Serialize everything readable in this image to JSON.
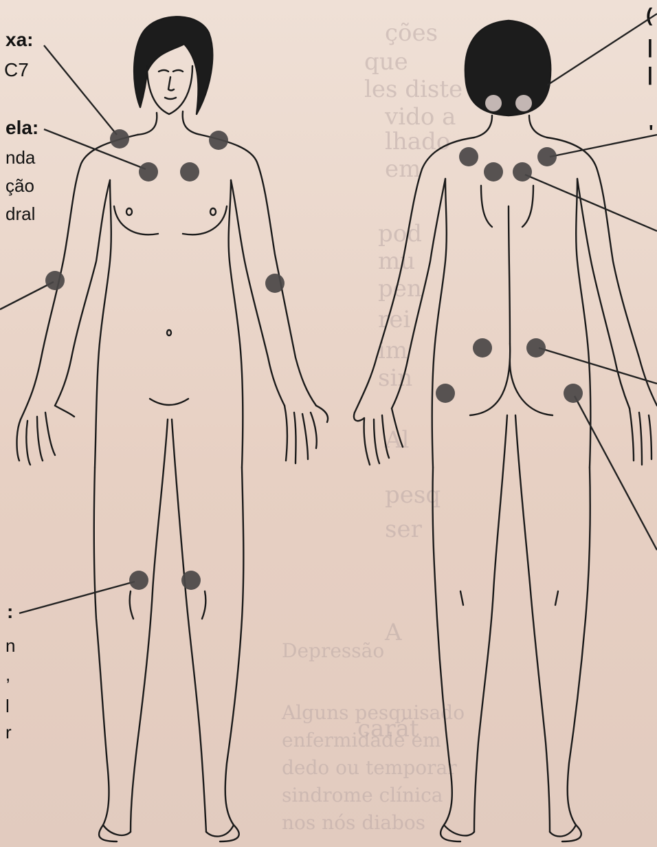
{
  "labels": {
    "low_cervical_title": "xa:",
    "low_cervical_line": "C7",
    "second_rib_title": "ela:",
    "second_rib_line1": "nda",
    "second_rib_line2": "ção",
    "second_rib_line3": "dral",
    "knee_title": ":",
    "knee_line1": "n",
    "knee_line2": ",",
    "knee_line3": "l",
    "knee_line4": "r",
    "back_occiput_glyph": "(",
    "back_trapezius_glyph": "|",
    "back_supraspinatus_glyph": "'"
  },
  "background_text": [
    "ções",
    "que",
    "les diste",
    "vido a",
    "lhado",
    "em",
    "pod",
    "mu",
    "pen",
    "rei",
    "im",
    "sin",
    "Al",
    "pesq",
    "ser",
    "A",
    "carát",
    "Depressão",
    "Alguns pesquisado",
    "enfermidade em",
    "dedo ou temporar",
    "sindrome clínica",
    "nos nós diabos"
  ],
  "colors": {
    "paper": "#e9d5c9",
    "ink": "#1a1a1a",
    "tender_point": "#4a4646"
  },
  "icons": {
    "tender_point": "filled-circle"
  }
}
